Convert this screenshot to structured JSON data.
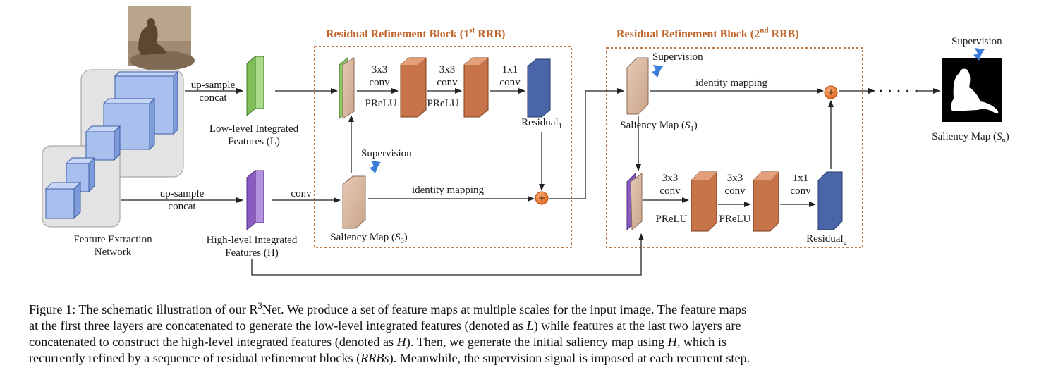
{
  "labels": {
    "upsample_concat_low": [
      "up-sample",
      "concat"
    ],
    "upsample_concat_high": [
      "up-sample",
      "concat"
    ],
    "low_features": [
      "Low-level Integrated",
      "Features (L)"
    ],
    "high_features": [
      "High-level Integrated",
      "Features (H)"
    ],
    "feature_extraction": [
      "Feature Extraction",
      "Network"
    ],
    "conv": "conv",
    "supervision": "Supervision",
    "identity_mapping": "identity mapping",
    "conv3x3": [
      "3x3",
      "conv"
    ],
    "conv1x1": [
      "1x1",
      "conv"
    ],
    "prelu": "PReLU",
    "residual": "Residual",
    "saliency_map": "Saliency Map",
    "dots": "· · · · ·"
  },
  "rrb1": {
    "title_pre": "Residual Refinement Block (1",
    "title_sup": "st",
    "title_post": " RRB)",
    "residual_sub": "1",
    "saliency_sub": "0"
  },
  "rrb2": {
    "title_pre": "Residual Refinement Block (2",
    "title_sup": "nd",
    "title_post": " RRB)",
    "residual_sub": "2",
    "saliency_sub": "1"
  },
  "final_saliency_sub": "n",
  "caption": {
    "line1_pre": "Figure 1: The schematic illustration of our R",
    "line1_sup": "3",
    "line1_post": "Net. We produce a set of feature maps at multiple scales for the input image. The feature maps",
    "line2_pre": "at the first three layers are concatenated to generate the low-level integrated features (denoted as ",
    "line2_var": "L",
    "line2_post": ") while features at the last two layers are",
    "line3_pre": "concatenated to construct the high-level integrated features (denoted as ",
    "line3_var": "H",
    "line3_post": "). Then, we generate the initial saliency map using ",
    "line3_var2": "H",
    "line3_post2": ", which is",
    "line4_pre": "recurrently refined by a sequence of residual refinement blocks (",
    "line4_var": "RRBs",
    "line4_post": "). Meanwhile, the supervision signal is imposed at each recurrent step."
  },
  "colors": {
    "rrb_title": "#c0652a",
    "low_level_green": "#7fbf5a",
    "high_level_purple": "#8a5cc2",
    "conv_orange": "#c8744a",
    "residual_blue": "#4a66a8",
    "saliency_tan": "#d9b79c",
    "plus_orange": "#e8702a",
    "supervision_arrow": "#3a7dd8",
    "network_cubes": "#9fb7e8"
  },
  "icons": [
    "squirrel-photo",
    "saliency-mask",
    "supervision-arrow-icon",
    "plus-icon"
  ]
}
